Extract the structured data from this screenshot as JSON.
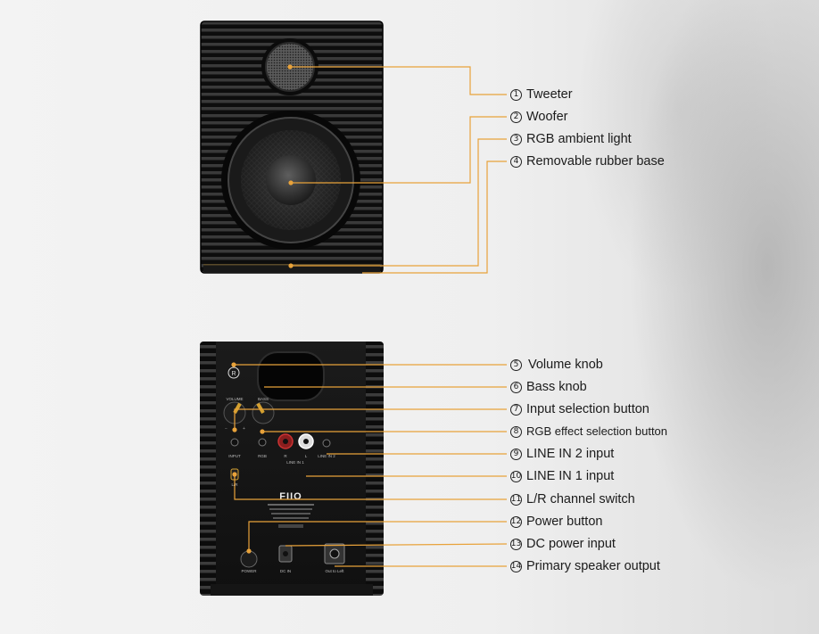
{
  "callouts": [
    {
      "num": "1",
      "text": "Tweeter"
    },
    {
      "num": "2",
      "text": "Woofer"
    },
    {
      "num": "3",
      "text": "RGB ambient light"
    },
    {
      "num": "4",
      "text": "Removable rubber base"
    },
    {
      "num": "5",
      "text": "Volume knob"
    },
    {
      "num": "6",
      "text": "Bass knob"
    },
    {
      "num": "7",
      "text": "Input selection button"
    },
    {
      "num": "8",
      "text": "RGB effect selection button"
    },
    {
      "num": "9",
      "text": "LINE IN 2 input"
    },
    {
      "num": "10",
      "text": "LINE IN 1 input"
    },
    {
      "num": "11",
      "text": "L/R channel switch"
    },
    {
      "num": "12",
      "text": "Power button"
    },
    {
      "num": "13",
      "text": "DC power input"
    },
    {
      "num": "14",
      "text": "Primary speaker output"
    }
  ],
  "panel": {
    "brand": "FIIO",
    "volume": "VOLUME",
    "bass": "BASS",
    "input": "INPUT",
    "rgb": "RGB",
    "r": "R",
    "l": "L",
    "line_in_1": "LINE IN 1",
    "line_in_2": "LINE IN 2",
    "lr": "L/R",
    "power": "POWER",
    "dc_in": "DC IN",
    "out_to_left": "Out to Left",
    "minus": "−",
    "plus": "+",
    "r_badge": "R"
  },
  "colors": {
    "leader_line": "#e8a23a",
    "speaker_body": "#121212",
    "accent_gold": "#d4a030"
  }
}
